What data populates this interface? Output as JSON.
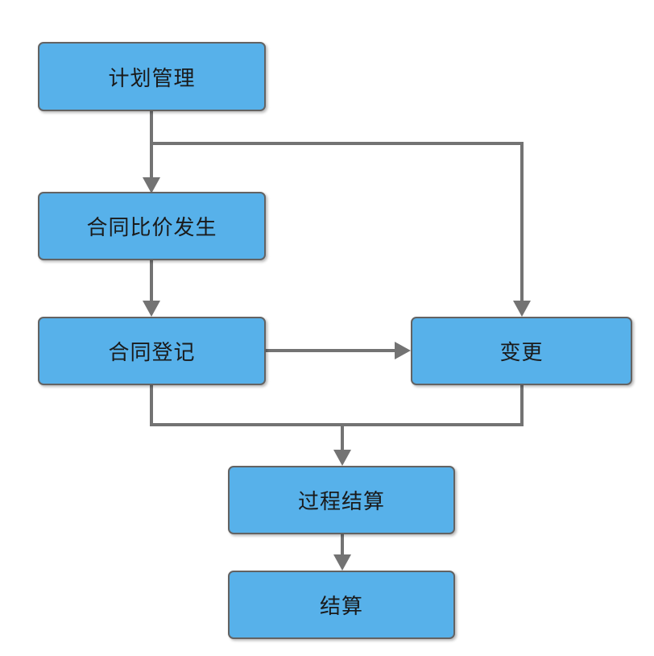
{
  "diagram": {
    "nodes": [
      {
        "id": "plan-management",
        "label": "计划管理"
      },
      {
        "id": "contract-price-comparison",
        "label": "合同比价发生"
      },
      {
        "id": "contract-registration",
        "label": "合同登记"
      },
      {
        "id": "change",
        "label": "变更"
      },
      {
        "id": "process-settlement",
        "label": "过程结算"
      },
      {
        "id": "settlement",
        "label": "结算"
      }
    ],
    "edges": [
      {
        "from": "plan-management",
        "to": "contract-price-comparison"
      },
      {
        "from": "plan-management",
        "to": "change"
      },
      {
        "from": "contract-price-comparison",
        "to": "contract-registration"
      },
      {
        "from": "contract-registration",
        "to": "change"
      },
      {
        "from": "contract-registration",
        "to": "process-settlement"
      },
      {
        "from": "change",
        "to": "process-settlement"
      },
      {
        "from": "process-settlement",
        "to": "settlement"
      }
    ],
    "colors": {
      "node_fill": "#57b1ea",
      "node_border": "#636363",
      "connector": "#737373",
      "text": "#1a1a1a",
      "background": "#ffffff"
    }
  }
}
